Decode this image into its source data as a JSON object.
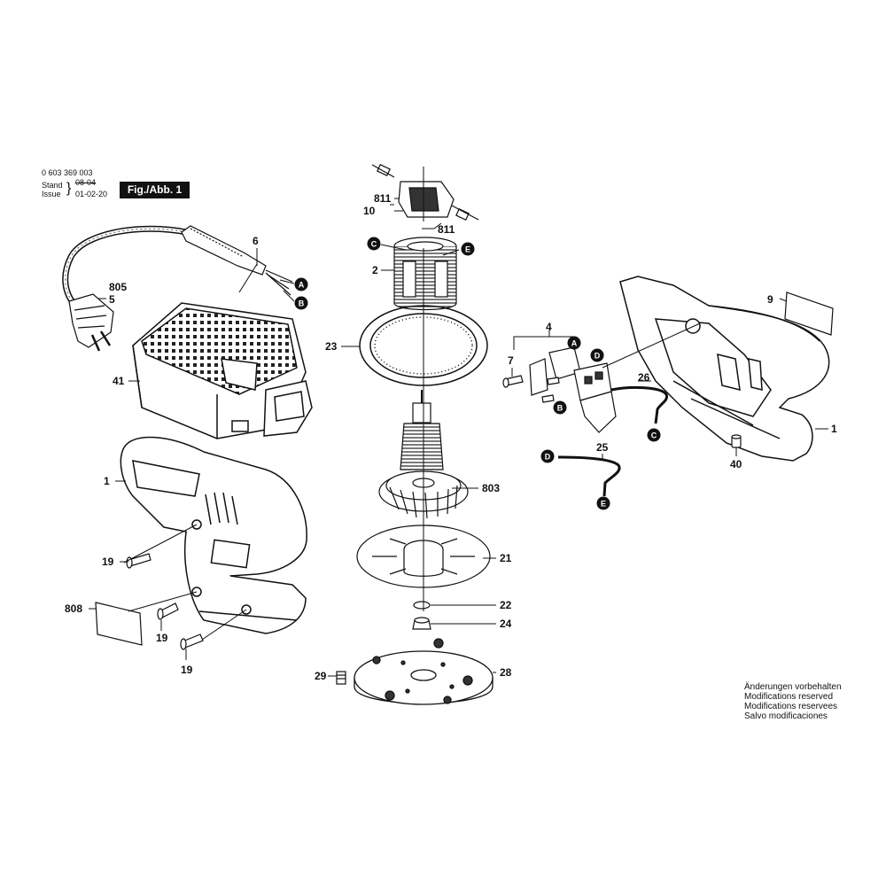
{
  "header": {
    "doc_number": "0 603 369 003",
    "stand_label": "Stand",
    "stand_value": "08-04",
    "issue_label": "Issue",
    "issue_value": "01-02-20",
    "figure_label": "Fig./Abb. 1"
  },
  "part_labels": {
    "p811a": "811",
    "p10": "10",
    "p811b": "811",
    "p6": "6",
    "p805": "805",
    "p5": "5",
    "p2": "2",
    "p23": "23",
    "p41": "41",
    "p4": "4",
    "p7": "7",
    "p26": "26",
    "p9": "9",
    "p1_right": "1",
    "p40": "40",
    "p25": "25",
    "p1_left": "1",
    "p803": "803",
    "p19a": "19",
    "p21": "21",
    "p808": "808",
    "p19b": "19",
    "p22": "22",
    "p24": "24",
    "p19c": "19",
    "p29": "29",
    "p28": "28"
  },
  "connector_labels": {
    "A_cable": "A",
    "B_cable": "B",
    "C_field": "C",
    "E_field": "E",
    "A_switch": "A",
    "D_switch": "D",
    "B_switch": "B",
    "C_wire26": "C",
    "D_wire25": "D",
    "E_wire25": "E"
  },
  "notes": [
    "Änderungen vorbehalten",
    "Modifications reserved",
    "Modifications reservees",
    "Salvo modificaciones"
  ]
}
